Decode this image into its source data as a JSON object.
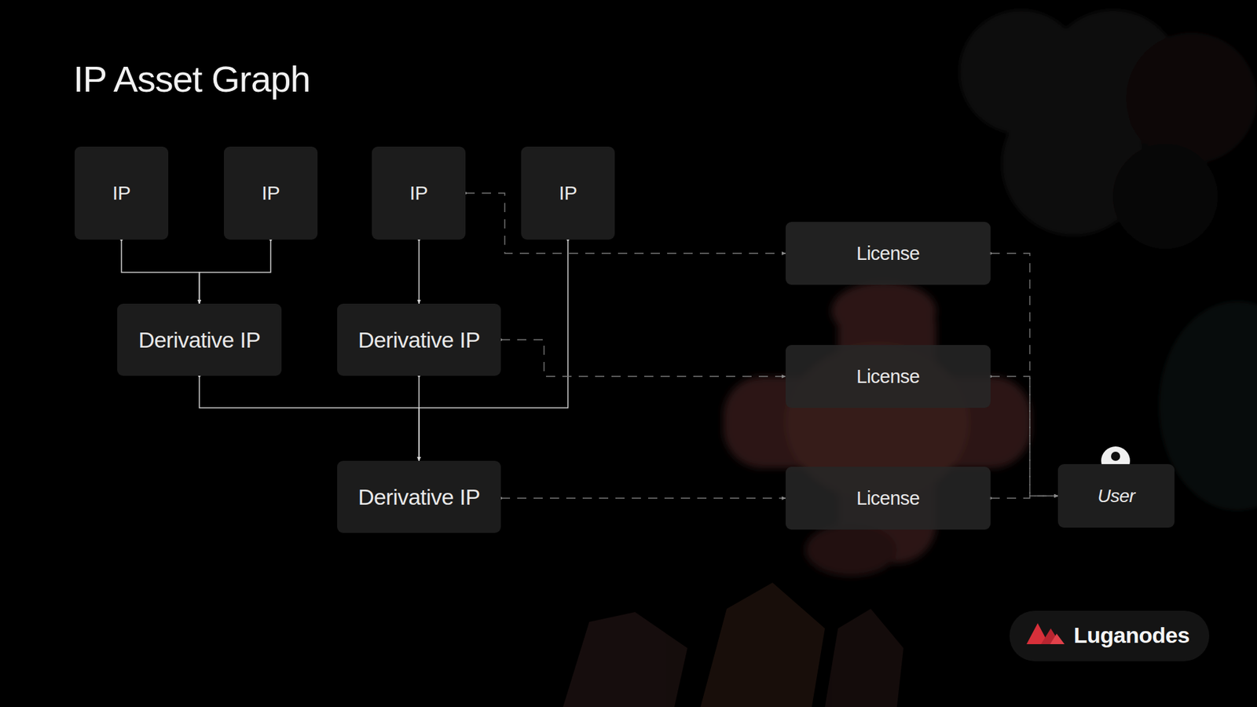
{
  "diagram": {
    "title": "IP Asset Graph",
    "nodes": [
      {
        "text": [
          "IP"
        ]
      },
      {
        "text": [
          "IP"
        ]
      },
      {
        "text": [
          "IP"
        ]
      },
      {
        "text": [
          "IP"
        ]
      },
      {
        "text": [
          "Derivative IP"
        ]
      },
      {
        "text": [
          "Derivative IP"
        ]
      },
      {
        "text": [
          "Derivative IP"
        ]
      },
      {
        "text": [
          "License"
        ]
      },
      {
        "text": [
          "License"
        ]
      },
      {
        "text": [
          "License"
        ]
      },
      {
        "text": [
          "User"
        ]
      }
    ],
    "edges": [
      {
        "from": 0,
        "to": 4,
        "arrow": "to"
      },
      {
        "from": 1,
        "to": 4,
        "arrow": "to"
      },
      {
        "from": 2,
        "to": 5,
        "arrow": "to"
      },
      {
        "from": 4,
        "to": 6,
        "arrow": "to"
      },
      {
        "from": 5,
        "to": 6,
        "arrow": "to"
      },
      {
        "from": 3,
        "to": 6,
        "arrow": "to"
      },
      {
        "from": 2,
        "to": 7,
        "arrow": "to"
      },
      {
        "from": 5,
        "to": 8,
        "arrow": "to"
      },
      {
        "from": 6,
        "to": 9,
        "arrow": "to"
      },
      {
        "from": 7,
        "to": 10,
        "arrow": "to"
      },
      {
        "from": 8,
        "to": 10,
        "arrow": "to"
      },
      {
        "from": 9,
        "to": 10,
        "arrow": "to"
      }
    ],
    "labels": [
      "Luganodes"
    ]
  }
}
